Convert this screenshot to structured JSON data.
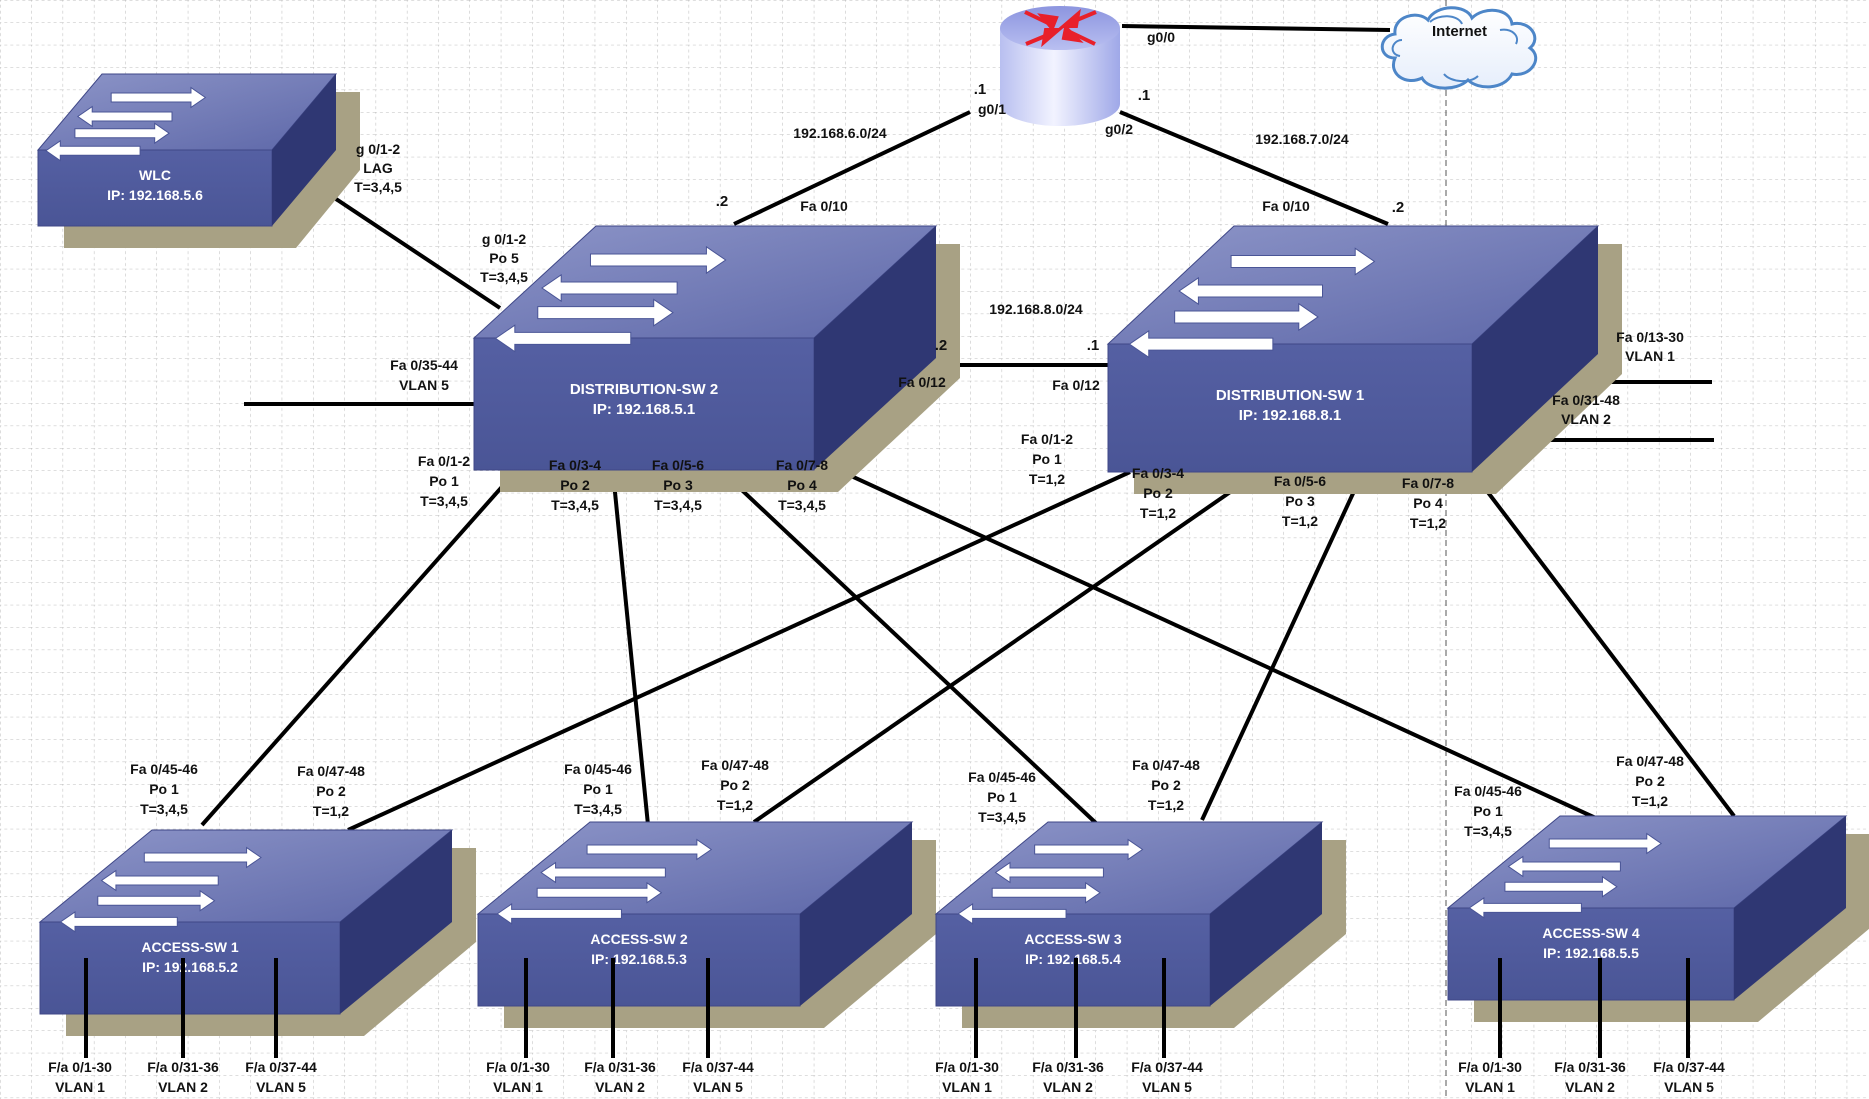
{
  "router": {
    "ports": {
      "g00": "g0/0",
      "g01": "g0/1",
      "g02": "g0/2"
    },
    "addr_left": ".1",
    "addr_right": ".1"
  },
  "internet": {
    "label": "Internet"
  },
  "wlc": {
    "name": "WLC",
    "ip": "IP: 192.168.5.6",
    "link": [
      "g 0/1-2",
      "LAG",
      "T=3,4,5"
    ]
  },
  "dist2": {
    "name": "DISTRIBUTION-SW 2",
    "ip": "IP: 192.168.5.1",
    "wlc_link": [
      "g 0/1-2",
      "Po 5",
      "T=3,4,5"
    ],
    "uplink_port": "Fa 0/10",
    "uplink_addr": ".2",
    "left_ports": [
      "Fa 0/35-44",
      "VLAN 5"
    ],
    "inter_port": "Fa 0/12",
    "inter_addr": ".2",
    "downlinks": [
      [
        "Fa 0/1-2",
        "Po 1",
        "T=3,4,5"
      ],
      [
        "Fa 0/3-4",
        "Po 2",
        "T=3,4,5"
      ],
      [
        "Fa 0/5-6",
        "Po 3",
        "T=3,4,5"
      ],
      [
        "Fa 0/7-8",
        "Po 4",
        "T=3,4,5"
      ]
    ]
  },
  "dist1": {
    "name": "DISTRIBUTION-SW 1",
    "ip": "IP: 192.168.8.1",
    "uplink_port": "Fa 0/10",
    "uplink_addr": ".2",
    "inter_port": "Fa 0/12",
    "inter_addr": ".1",
    "right_ports": [
      [
        "Fa 0/13-30",
        "VLAN 1"
      ],
      [
        "Fa 0/31-48",
        "VLAN 2"
      ]
    ],
    "downlinks": [
      [
        "Fa 0/1-2",
        "Po 1",
        "T=1,2"
      ],
      [
        "Fa 0/3-4",
        "Po 2",
        "T=1,2"
      ],
      [
        "Fa 0/5-6",
        "Po 3",
        "T=1,2"
      ],
      [
        "Fa 0/7-8",
        "Po 4",
        "T=1,2"
      ]
    ]
  },
  "networks": {
    "left": "192.168.6.0/24",
    "right": "192.168.7.0/24",
    "inter": "192.168.8.0/24"
  },
  "access": [
    {
      "name": "ACCESS-SW 1",
      "ip": "IP: 192.168.5.2",
      "po1": [
        "Fa 0/45-46",
        "Po 1",
        "T=3,4,5"
      ],
      "po2": [
        "Fa 0/47-48",
        "Po 2",
        "T=1,2"
      ],
      "ports": [
        [
          "F/a 0/1-30",
          "VLAN 1"
        ],
        [
          "F/a 0/31-36",
          "VLAN 2"
        ],
        [
          "F/a 0/37-44",
          "VLAN 5"
        ]
      ]
    },
    {
      "name": "ACCESS-SW 2",
      "ip": "IP: 192.168.5.3",
      "po1": [
        "Fa 0/45-46",
        "Po 1",
        "T=3,4,5"
      ],
      "po2": [
        "Fa 0/47-48",
        "Po 2",
        "T=1,2"
      ],
      "ports": [
        [
          "F/a 0/1-30",
          "VLAN 1"
        ],
        [
          "F/a 0/31-36",
          "VLAN 2"
        ],
        [
          "F/a 0/37-44",
          "VLAN 5"
        ]
      ]
    },
    {
      "name": "ACCESS-SW 3",
      "ip": "IP: 192.168.5.4",
      "po1": [
        "Fa 0/45-46",
        "Po 1",
        "T=3,4,5"
      ],
      "po2": [
        "Fa 0/47-48",
        "Po 2",
        "T=1,2"
      ],
      "ports": [
        [
          "F/a 0/1-30",
          "VLAN 1"
        ],
        [
          "F/a 0/31-36",
          "VLAN 2"
        ],
        [
          "F/a 0/37-44",
          "VLAN 5"
        ]
      ]
    },
    {
      "name": "ACCESS-SW 4",
      "ip": "IP: 192.168.5.5",
      "po1": [
        "Fa 0/45-46",
        "Po 1",
        "T=3,4,5"
      ],
      "po2": [
        "Fa 0/47-48",
        "Po 2",
        "T=1,2"
      ],
      "ports": [
        [
          "F/a 0/1-30",
          "VLAN 1"
        ],
        [
          "F/a 0/31-36",
          "VLAN 2"
        ],
        [
          "F/a 0/37-44",
          "VLAN 5"
        ]
      ]
    }
  ]
}
